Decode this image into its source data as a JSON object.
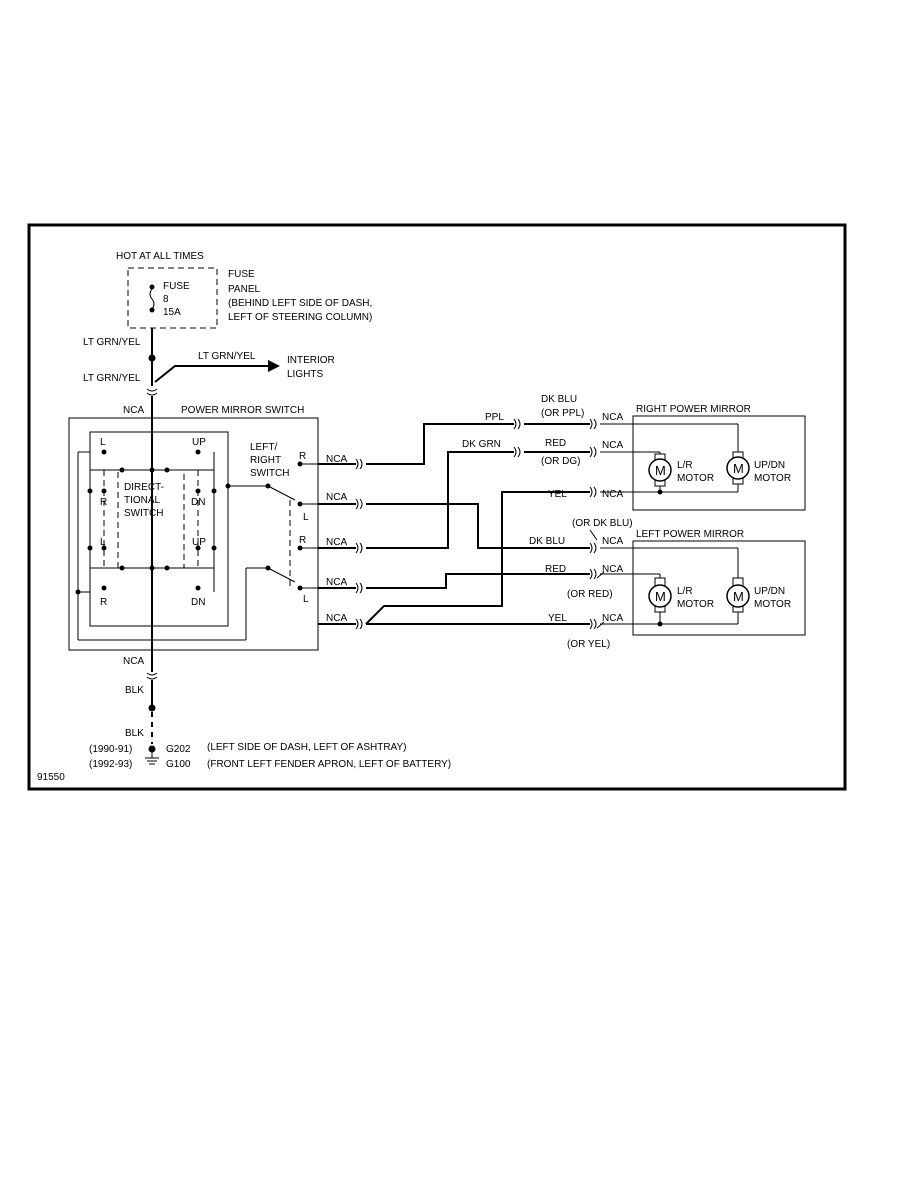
{
  "diagram_id": "91550",
  "hot_label": "HOT AT ALL TIMES",
  "fuse": {
    "name": "FUSE",
    "number": "8",
    "rating": "15A"
  },
  "fuse_panel": {
    "line1": "FUSE",
    "line2": "PANEL",
    "line3": "(BEHIND LEFT SIDE OF DASH,",
    "line4": "LEFT OF STEERING COLUMN)"
  },
  "wires": {
    "ltgrnyel_top": "LT GRN/YEL",
    "ltgrnyel_branch": "LT GRN/YEL",
    "ltgrnyel_bottom": "LT GRN/YEL",
    "interior_1": "INTERIOR",
    "interior_2": "LIGHTS",
    "nca": "NCA",
    "ppl": "PPL",
    "dkblu": "DK BLU",
    "or_ppl": "(OR PPL)",
    "dkgrn": "DK GRN",
    "red": "RED",
    "or_dg": "(OR DG)",
    "yel": "YEL",
    "or_dkblu": "(OR DK BLU)",
    "or_red": "(OR RED)",
    "or_yel": "(OR YEL)",
    "blk": "BLK"
  },
  "switch": {
    "title": "POWER MIRROR SWITCH",
    "L": "L",
    "R": "R",
    "UP": "UP",
    "DN": "DN",
    "directional_1": "DIRECT-",
    "directional_2": "TIONAL",
    "directional_3": "SWITCH",
    "lr_1": "LEFT/",
    "lr_2": "RIGHT",
    "lr_3": "SWITCH"
  },
  "right_mirror": {
    "title": "RIGHT POWER MIRROR"
  },
  "left_mirror": {
    "title": "LEFT POWER MIRROR"
  },
  "motor": {
    "symbol": "M",
    "lr_1": "L/R",
    "lr_2": "MOTOR",
    "ud_1": "UP/DN",
    "ud_2": "MOTOR"
  },
  "ground": {
    "year1": "(1990-91)",
    "year2": "(1992-93)",
    "g1": "G202",
    "g2": "G100",
    "loc1": "(LEFT SIDE OF DASH, LEFT OF ASHTRAY)",
    "loc2": "(FRONT LEFT FENDER APRON, LEFT OF BATTERY)"
  }
}
